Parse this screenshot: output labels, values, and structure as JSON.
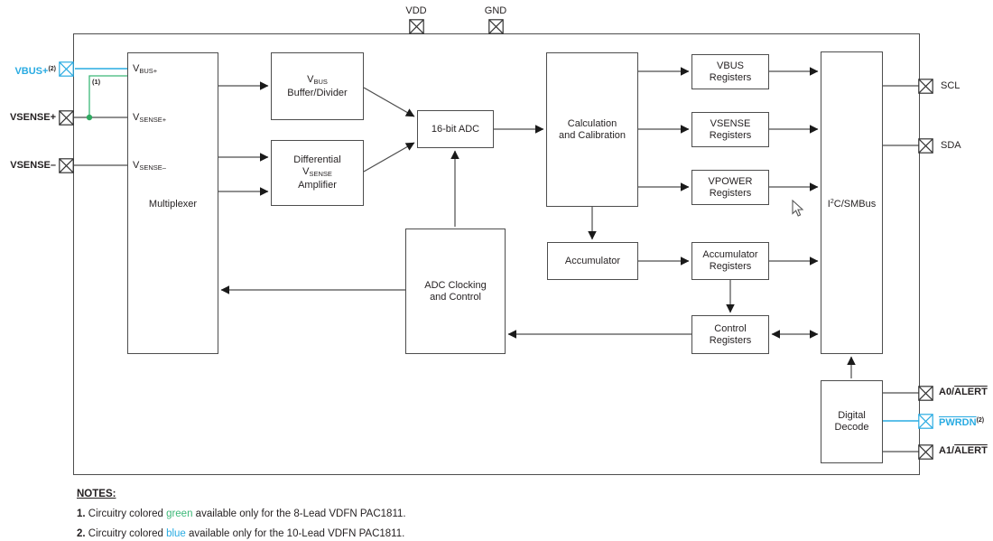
{
  "colors": {
    "accent_blue": "#29abe2",
    "accent_green": "#3cb878",
    "line_gray": "#4d4d4d",
    "text_black": "#231f20"
  },
  "pins": {
    "vdd": {
      "label": "VDD"
    },
    "gnd": {
      "label": "GND"
    },
    "vbus_plus": {
      "label": "VBUS+",
      "sup": "(2)"
    },
    "vsense_plus": {
      "label": "VSENSE+"
    },
    "vsense_minus": {
      "label": "VSENSE–"
    },
    "scl": {
      "label": "SCL"
    },
    "sda": {
      "label": "SDA"
    },
    "a0_alert": {
      "pre": "A0/",
      "over": "ALERT"
    },
    "pwrdn": {
      "over": "PWRDN",
      "sup": "(2)"
    },
    "a1_alert": {
      "pre": "A1/",
      "over": "ALERT"
    }
  },
  "blocks": {
    "multiplexer": {
      "label": "Multiplexer",
      "inputs": {
        "vbus": {
          "main": "V",
          "sub": "BUS+"
        },
        "vsense_p": {
          "main": "V",
          "sub": "SENSE+"
        },
        "vsense_m": {
          "main": "V",
          "sub": "SENSE–"
        }
      }
    },
    "vbus_buffer": {
      "line1_main": "V",
      "line1_sub": "BUS",
      "line2": "Buffer/Divider"
    },
    "diff_amp": {
      "line1": "Differential",
      "line2_main": "V",
      "line2_sub": "SENSE",
      "line3": "Amplifier"
    },
    "adc": {
      "label": "16-bit ADC"
    },
    "calc": {
      "line1": "Calculation",
      "line2": "and Calibration"
    },
    "vbus_reg": {
      "line1": "VBUS",
      "line2": "Registers"
    },
    "vsense_reg": {
      "line1": "VSENSE",
      "line2": "Registers"
    },
    "vpower_reg": {
      "line1": "VPOWER",
      "line2": "Registers"
    },
    "accumulator": {
      "label": "Accumulator"
    },
    "accum_reg": {
      "line1": "Accumulator",
      "line2": "Registers"
    },
    "control_reg": {
      "line1": "Control",
      "line2": "Registers"
    },
    "adc_clock": {
      "line1": "ADC Clocking",
      "line2": "and Control"
    },
    "i2c": {
      "pre": "I",
      "sup": "2",
      "post": "C/SMBus"
    },
    "digital_decode": {
      "line1": "Digital",
      "line2": "Decode"
    }
  },
  "annotations": {
    "note1_ref": "(1)"
  },
  "notes": {
    "heading": "NOTES:",
    "item1": {
      "num": "1.",
      "pre": " Circuitry colored ",
      "word": "green",
      "post": " available only for the 8-Lead VDFN PAC1811."
    },
    "item2": {
      "num": "2.",
      "pre": " Circuitry colored ",
      "word": "blue",
      "post": " available only for the 10-Lead VDFN PAC1811."
    }
  }
}
